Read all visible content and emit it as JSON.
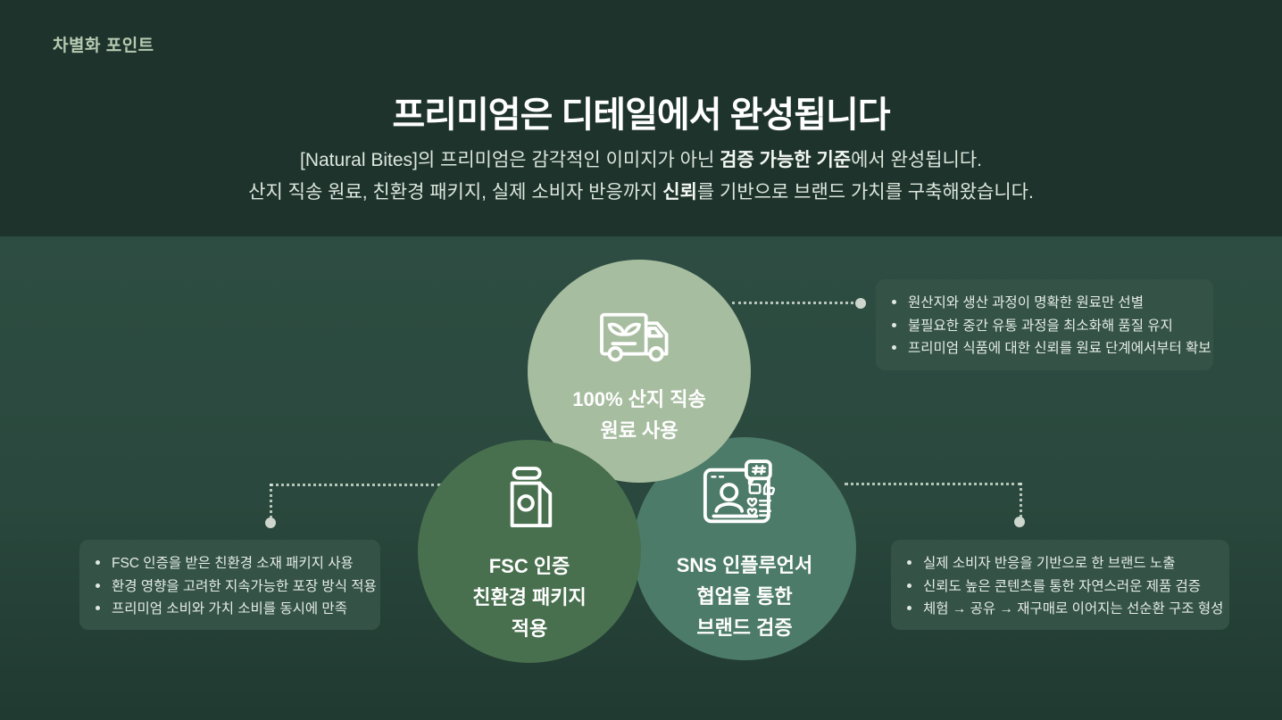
{
  "header": {
    "eyebrow": "차별화 포인트",
    "title": "프리미엄은 디테일에서 완성됩니다",
    "subtitle_line1": {
      "pre": "[Natural Bites]의 프리미엄은 감각적인 이미지가 아닌 ",
      "bold": "검증 가능한 기준",
      "post": "에서 완성됩니다."
    },
    "subtitle_line2": {
      "pre": "산지 직송 원료, 친환경 패키지, 실제 소비자 반응까지 ",
      "bold": "신뢰",
      "post": "를 기반으로 브랜드 가치를 구축해왔습니다."
    }
  },
  "circles": {
    "origin": {
      "icon": "delivery-truck-leaf-icon",
      "line1": "100% 산지 직송",
      "line2": "원료 사용",
      "color": "#a7bda0"
    },
    "fsc": {
      "icon": "eco-package-icon",
      "line1": "FSC 인증",
      "line2": "친환경 패키지",
      "line3": "적용",
      "color": "#48704e"
    },
    "sns": {
      "icon": "social-profile-icon",
      "line1": "SNS 인플루언서",
      "line2": "협업을 통한",
      "line3": "브랜드 검증",
      "color": "#4d7b69"
    }
  },
  "callouts": {
    "origin": {
      "items": [
        "원산지와 생산 과정이 명확한 원료만 선별",
        "불필요한 중간 유통 과정을 최소화해 품질 유지",
        "프리미엄 식품에 대한 신뢰를 원료 단계에서부터 확보"
      ]
    },
    "packaging": {
      "items": [
        "FSC 인증을 받은 친환경 소재 패키지 사용",
        "환경 영향을 고려한 지속가능한 포장 방식 적용",
        "프리미엄 소비와 가치 소비를 동시에 만족"
      ]
    },
    "sns": {
      "items": [
        "실제 소비자 반응을 기반으로 한 브랜드 노출",
        "신뢰도 높은 콘텐츠를 통한 자연스러운 제품 검증",
        "체험 → 공유 → 재구매로 이어지는 선순환 구조 형성"
      ]
    }
  },
  "colors": {
    "header_background": "#1e332c",
    "band_background_top": "#2e4d42",
    "band_background_bottom": "#203931",
    "circle_origin": "#a7bda0",
    "circle_fsc": "#48704e",
    "circle_sns": "#4d7b69",
    "callout_background": "#355247",
    "eyebrow_text": "#b6cab1",
    "body_text": "#e4ede6",
    "connector_dot": "#ccd6cd"
  }
}
